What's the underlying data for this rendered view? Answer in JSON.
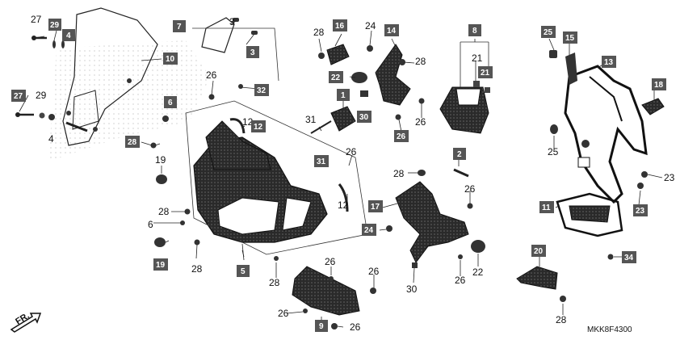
{
  "diagram": {
    "code": "MKK8F4300",
    "direction_label": "FR.",
    "boxed_callouts": [
      "7",
      "3",
      "29",
      "4",
      "10",
      "27",
      "6",
      "28",
      "19",
      "32",
      "12",
      "16",
      "22",
      "1",
      "30",
      "31",
      "14",
      "26",
      "8",
      "21",
      "25",
      "15",
      "13",
      "18",
      "2",
      "17",
      "24",
      "11",
      "23",
      "20",
      "34",
      "5",
      "9"
    ],
    "plain_callouts": [
      "27",
      "29",
      "4",
      "26",
      "3",
      "19",
      "6",
      "28",
      "28",
      "12",
      "24",
      "28",
      "26",
      "31",
      "26",
      "21",
      "28",
      "26",
      "25",
      "23",
      "22",
      "26",
      "30",
      "26",
      "28",
      "28",
      "26",
      "26",
      "26",
      "26",
      "26"
    ]
  },
  "colors": {
    "box_fill": "#555555",
    "line": "#222222",
    "part_dark": "#1a1a1a"
  }
}
